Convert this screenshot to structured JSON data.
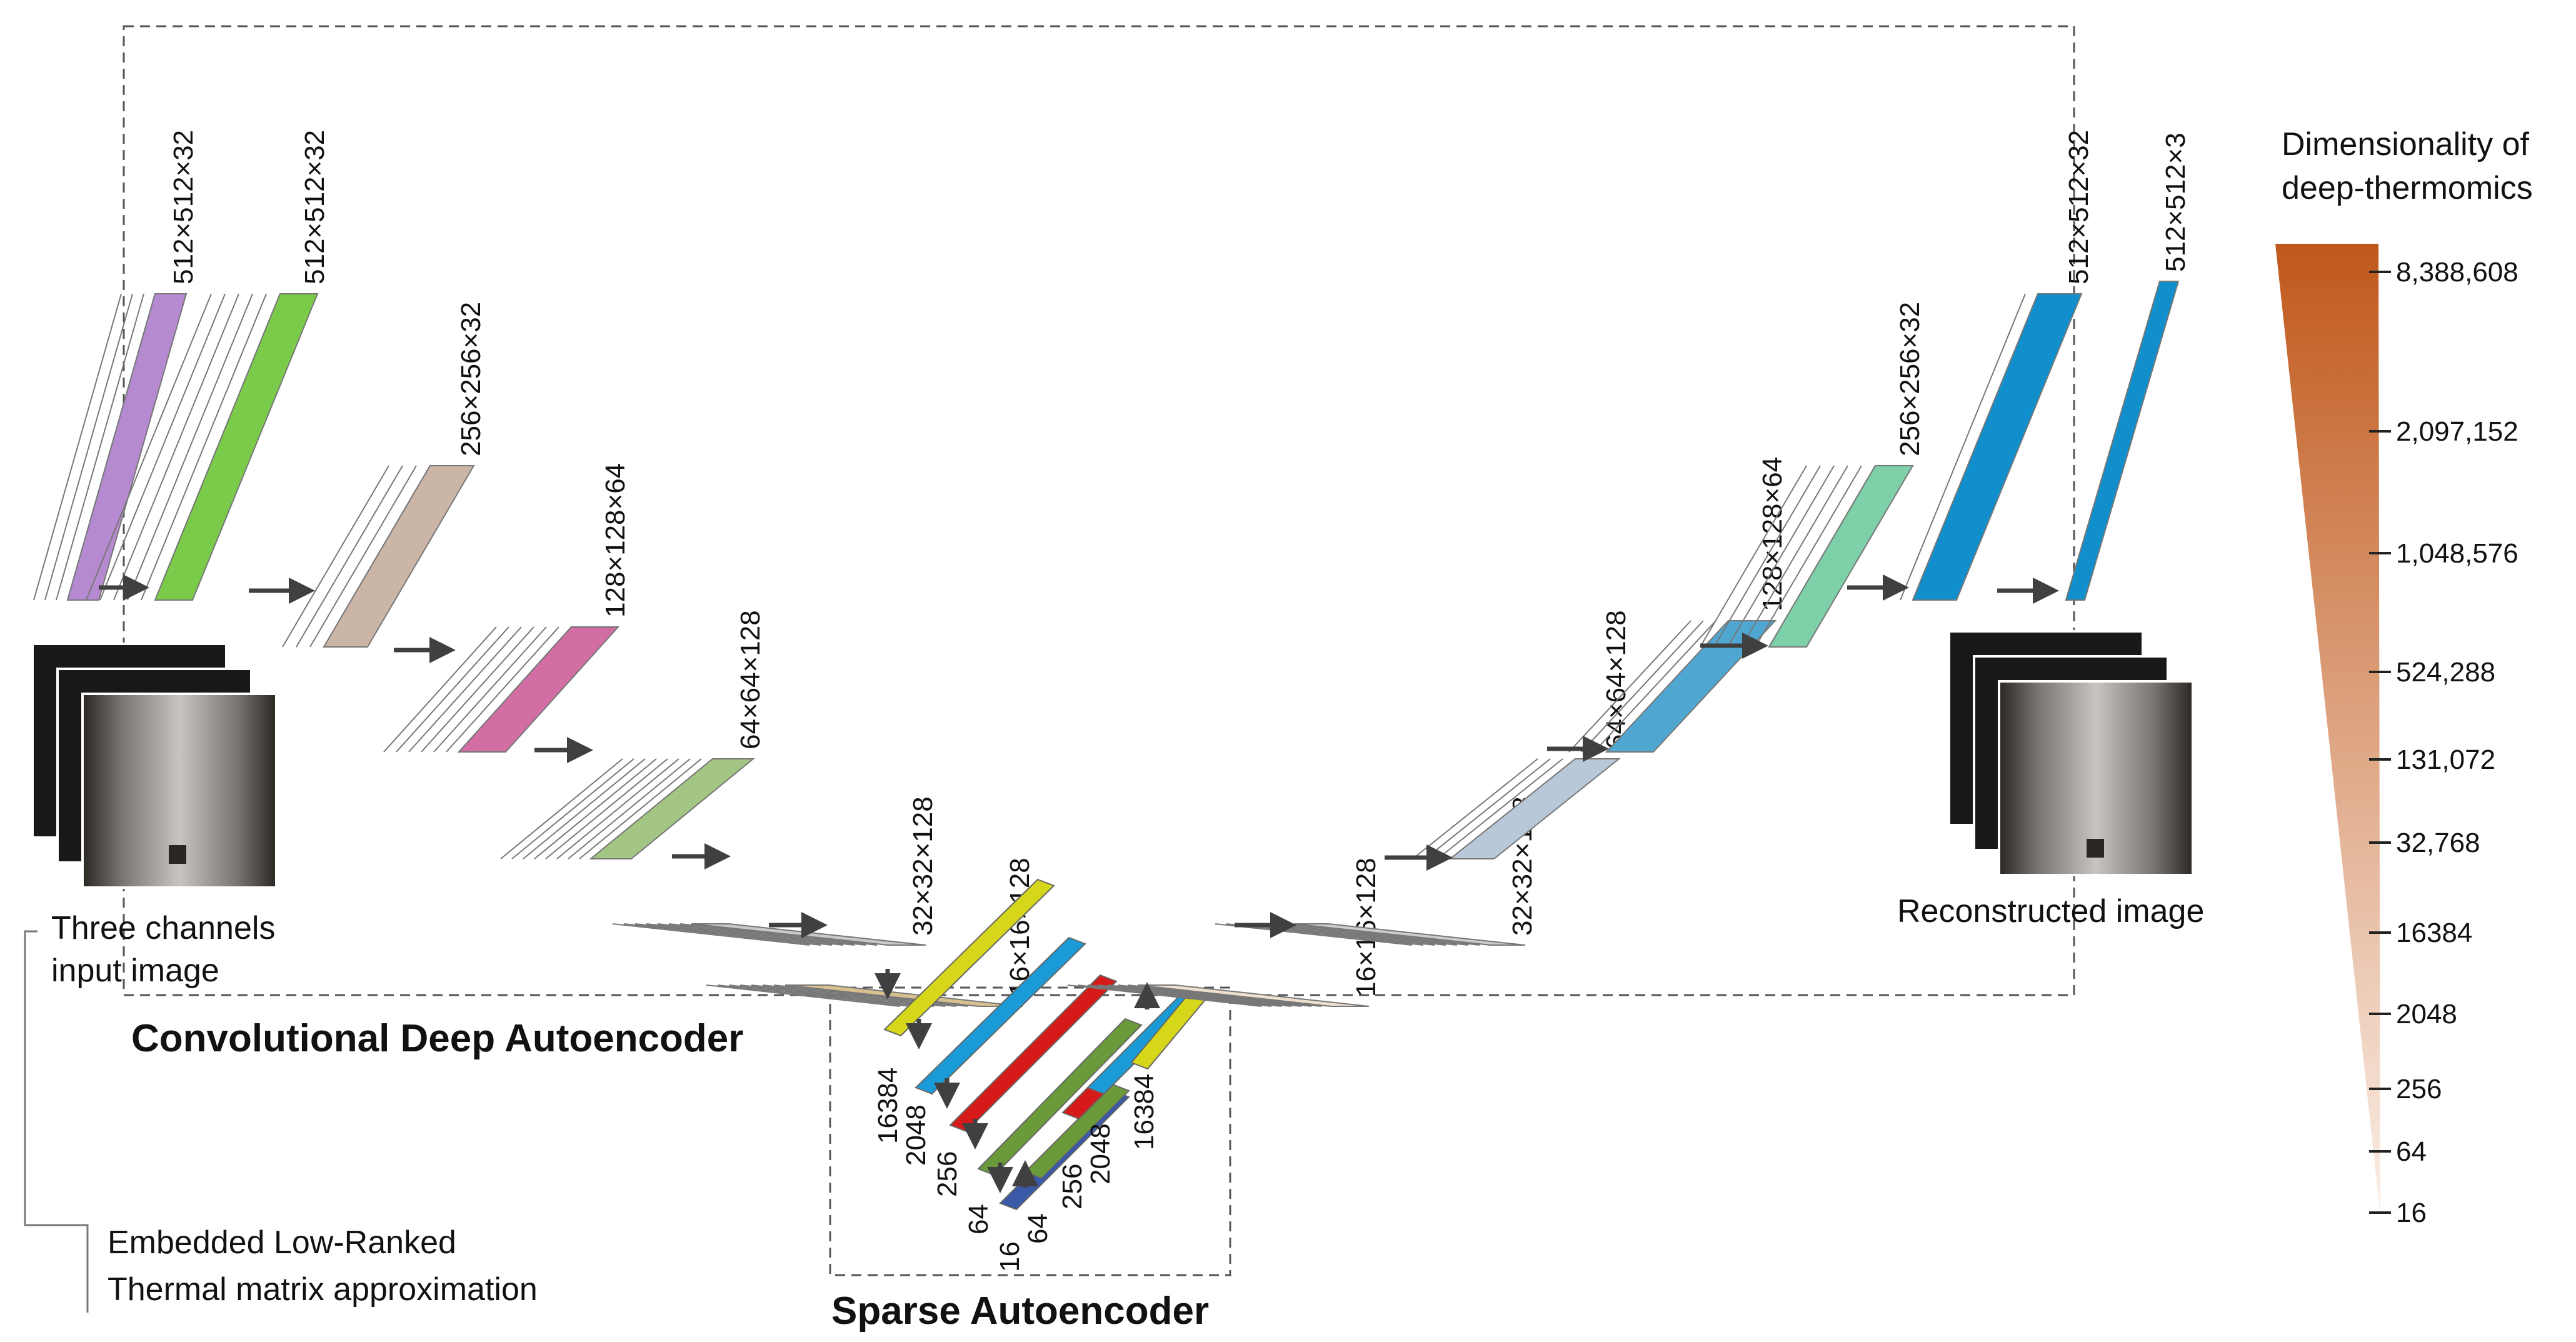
{
  "conv_autoencoder_label": "Convolutional Deep Autoencoder",
  "sparse_autoencoder_label": "Sparse Autoencoder",
  "input_caption": [
    "Three channels",
    "input image"
  ],
  "reconstructed_caption": "Reconstructed image",
  "embedded_caption": [
    "Embedded Low-Ranked",
    "Thermal matrix approximation"
  ],
  "encoder_layers": [
    {
      "dims": "512×512×32",
      "colors": [
        "#5ab0c8",
        "#8fd0a0",
        "#8ec6ea",
        "#b58ad0"
      ]
    },
    {
      "dims": "512×512×32",
      "colors": [
        "#6f84c8",
        "#e6e6e6",
        "#d0124f",
        "#f4f4f4",
        "#f0d8c0",
        "#7acb4a"
      ]
    },
    {
      "dims": "256×256×32",
      "colors": [
        "#7fb8e0",
        "#d8b4cc",
        "#ffffff",
        "#cbb5a6"
      ]
    },
    {
      "dims": "128×128×64",
      "colors": [
        "#2f8fbf",
        "#8fc35a",
        "#f07060",
        "#8fd0f0",
        "#d8c080",
        "#f4f4f4",
        "#d36ea5"
      ]
    },
    {
      "dims": "64×64×128",
      "colors": [
        "#c870d8",
        "#ffffff",
        "#f5f038",
        "#e0e0e0",
        "#3d8fd8",
        "#e07858",
        "#66c8a0",
        "#f4f4f4",
        "#a4c684"
      ]
    },
    {
      "dims": "32×32×128",
      "colors": [
        "#e07a30",
        "#d8e0e8",
        "#4f9fd0",
        "#d0b090",
        "#a0d8e0",
        "#e04848",
        "#f4f4f4",
        "#c8c8c8"
      ]
    },
    {
      "dims": "16×16×128",
      "colors": [
        "#e6e040",
        "#68b848",
        "#3880c8",
        "#c870d8",
        "#8fc0e8",
        "#d8c080",
        "#f0f0f0",
        "#d8c090"
      ]
    }
  ],
  "sparse_layers": [
    {
      "value": "16384",
      "color": "#d6d61a"
    },
    {
      "value": "2048",
      "color": "#1a9ad6"
    },
    {
      "value": "256",
      "color": "#d61a1a"
    },
    {
      "value": "64",
      "color": "#6a9a3a"
    },
    {
      "value": "16",
      "color": "#3a5aa8"
    }
  ],
  "sparse_left_labels": [
    "16384",
    "2048",
    "256",
    "64",
    "16"
  ],
  "sparse_right_labels": [
    "64",
    "256",
    "2048",
    "16384"
  ],
  "decoder_layers": [
    {
      "dims": "16×16×128",
      "colors": [
        "#c89060",
        "#e8c8b0",
        "#c060c0",
        "#8080d0",
        "#3870c8",
        "#80c0e0",
        "#d8c0a0",
        "#f0e0d0"
      ]
    },
    {
      "dims": "32×32×128",
      "colors": [
        "#e07070",
        "#f0f0f0",
        "#f0e0a0",
        "#5a9a48",
        "#3a78c8",
        "#8fd0a8",
        "#f4f4f4",
        "#cccccc"
      ]
    },
    {
      "dims": "64×64×128",
      "colors": [
        "#e05050",
        "#c080d8",
        "#f4f4f4",
        "#b8c8d8"
      ]
    },
    {
      "dims": "128×128×64",
      "colors": [
        "#5a9a48",
        "#8fd0e0",
        "#f4f4f4",
        "#4fa6d0"
      ]
    },
    {
      "dims": "256×256×32",
      "colors": [
        "#c86060",
        "#e8a020",
        "#8fd0a0",
        "#d6a020",
        "#f4f4f4",
        "#7dd0a8"
      ]
    },
    {
      "dims": "512×512×32",
      "colors": [
        "#b85050",
        "#108fcc"
      ]
    },
    {
      "dims": "512×512×3",
      "colors": []
    }
  ],
  "legend": {
    "title": [
      "Dimensionality of",
      "deep-thermomics"
    ],
    "gradient_top": "#c0581b",
    "gradient_bottom": "#fbf0e8",
    "ticks": [
      "8,388,608",
      "2,097,152",
      "1,048,576",
      "524,288",
      "131,072",
      "32,768",
      "16384",
      "2048",
      "256",
      "64",
      "16"
    ]
  }
}
